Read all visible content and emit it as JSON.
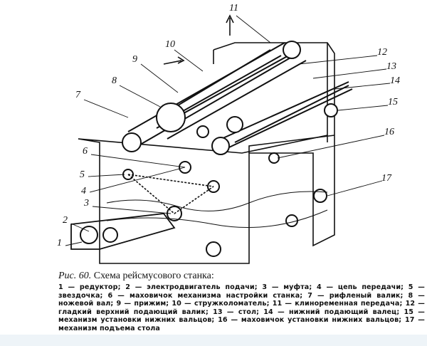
{
  "figure": {
    "labels": [
      "1",
      "2",
      "3",
      "4",
      "5",
      "6",
      "7",
      "8",
      "9",
      "10",
      "11",
      "12",
      "13",
      "14",
      "15",
      "16",
      "17"
    ],
    "caption_prefix": "Рис. 60.",
    "caption_title": "Схема рейсмусового станка:",
    "legend": "1 — редуктор; 2 — электродвигатель подачи; 3 — муфта; 4 — цепь передачи; 5 — звездочка; 6 — маховичок механизма настройки станка; 7 — рифленый валик; 8 — ножевой вал; 9 — прижим; 10 — стружколоматель; 11 — клиноременная передача; 12 — гладкий верхний подающий валик; 13 — стол; 14 — нижний подающий валец; 15 — механизм установки нижних вальцов; 16 — маховичок установки нижних вальцов; 17 — механизм подъема стола"
  }
}
